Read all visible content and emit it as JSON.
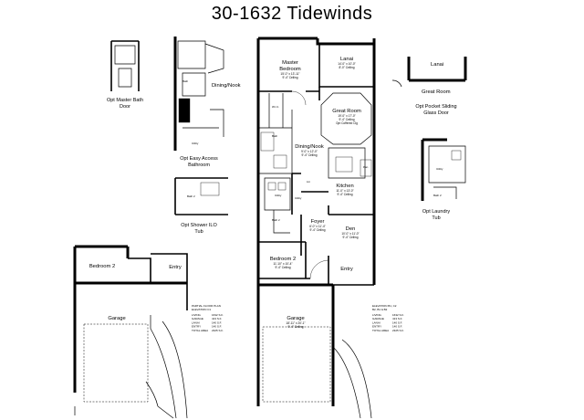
{
  "title": "30-1632  Tidewinds",
  "insets": {
    "master_bath_door": [
      "Opt Master Bath",
      "Door"
    ],
    "easy_access": [
      "Opt Easy Access",
      "Bathroom"
    ],
    "shower_tub": [
      "Opt Shower ILO",
      "Tub"
    ],
    "pocket_sliding": [
      "Opt Pocket Sliding",
      "Glass Door"
    ],
    "laundry_tub": [
      "Opt Laundry",
      "Tub"
    ]
  },
  "rooms": {
    "dining_nook_inset": "Dining/Nook",
    "lanai_inset": "Lanai",
    "great_room_inset": "Great Room",
    "master_bedroom": [
      "Master",
      "Bedroom"
    ],
    "master_bedroom_dims": [
      "15'-0\" x 13'-11\"",
      "9'-4\" Ceiling"
    ],
    "lanai": "Lanai",
    "lanai_dims": [
      "14'-0\" x 10'-0\"",
      "8'-0\" Ceiling"
    ],
    "great_room": "Great Room",
    "great_room_dims": [
      "19'-0\" x 17'-0\"",
      "9'-4\" Ceiling",
      "Opt Coffered Clg"
    ],
    "dining_nook": "Dining/Nook",
    "dining_nook_dims": [
      "9'-0\" x 12'-0\"",
      "9'-4\" Ceiling"
    ],
    "kitchen": "Kitchen",
    "kitchen_dims": [
      "11'-0\" x 13'-0\"",
      "9'-4\" Ceiling"
    ],
    "foyer": "Foyer",
    "foyer_dims": [
      "6'-0\" x 11'-4\"",
      "9'-4\" Ceiling"
    ],
    "den": "Den",
    "den_dims": [
      "10'-0\" x 11'-0\"",
      "9'-4\" Ceiling"
    ],
    "bedroom2": "Bedroom 2",
    "bedroom2_dims": [
      "11'-10\" x 10'-4\"",
      "9'-4\" Ceiling"
    ],
    "entry": "Entry",
    "garage": "Garage",
    "garage_dims": [
      "18'-11\" x 20'-1\"",
      "9'-4\" Ceiling"
    ],
    "bath": "Bath",
    "bath2": "Bath 2",
    "utility": "Utility",
    "wic": "W.I.C.",
    "pantry": "Pan",
    "linen": "Lin"
  },
  "partial": {
    "bedroom2": "Bedroom 2",
    "entry": "Entry",
    "garage": "Garage",
    "note": [
      "PARTIAL FLOOR PLAN",
      "ELEVATION C1"
    ]
  },
  "partial_table": [
    [
      "LIVING",
      "1632 S.F."
    ],
    [
      "GARAGE",
      "413 S.F."
    ],
    [
      "LANAI",
      "140 S.F."
    ],
    [
      "ENTRY",
      "140 S.F."
    ],
    [
      "TOTAL AREA",
      "2325 S.F."
    ]
  ],
  "elevation_note": [
    "ELEVATION  B1, C2",
    "B2, B1 & B2"
  ],
  "elevation_table": [
    [
      "LIVING",
      "1632 S.F."
    ],
    [
      "GARAGE",
      "413 S.F."
    ],
    [
      "LANAI",
      "140 S.F."
    ],
    [
      "ENTRY",
      "140 S.F."
    ],
    [
      "TOTAL AREA",
      "2325 S.F."
    ]
  ]
}
